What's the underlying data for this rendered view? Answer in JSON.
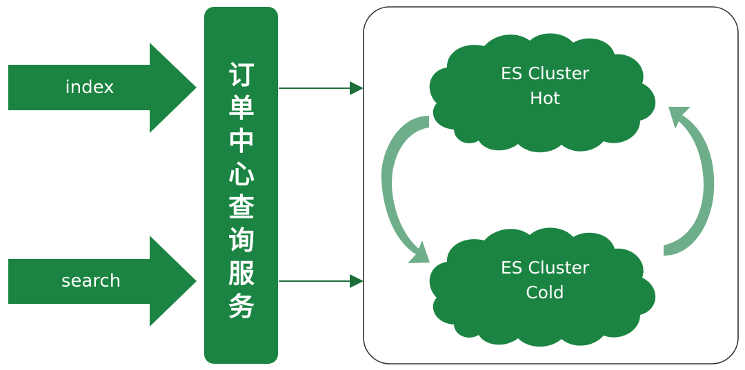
{
  "colors": {
    "green": "#1B8442",
    "arrow_green": "#6FAE8A",
    "line": "#1D6F3A",
    "frame_stroke": "#333333",
    "text_white": "#FFFFFF"
  },
  "inputs": {
    "index_label": "index",
    "search_label": "search"
  },
  "service": {
    "chars": [
      "订",
      "单",
      "中",
      "心",
      "查",
      "询",
      "服",
      "务"
    ]
  },
  "clusters": {
    "hot": {
      "line1": "ES Cluster",
      "line2": "Hot"
    },
    "cold": {
      "line1": "ES Cluster",
      "line2": "Cold"
    }
  }
}
